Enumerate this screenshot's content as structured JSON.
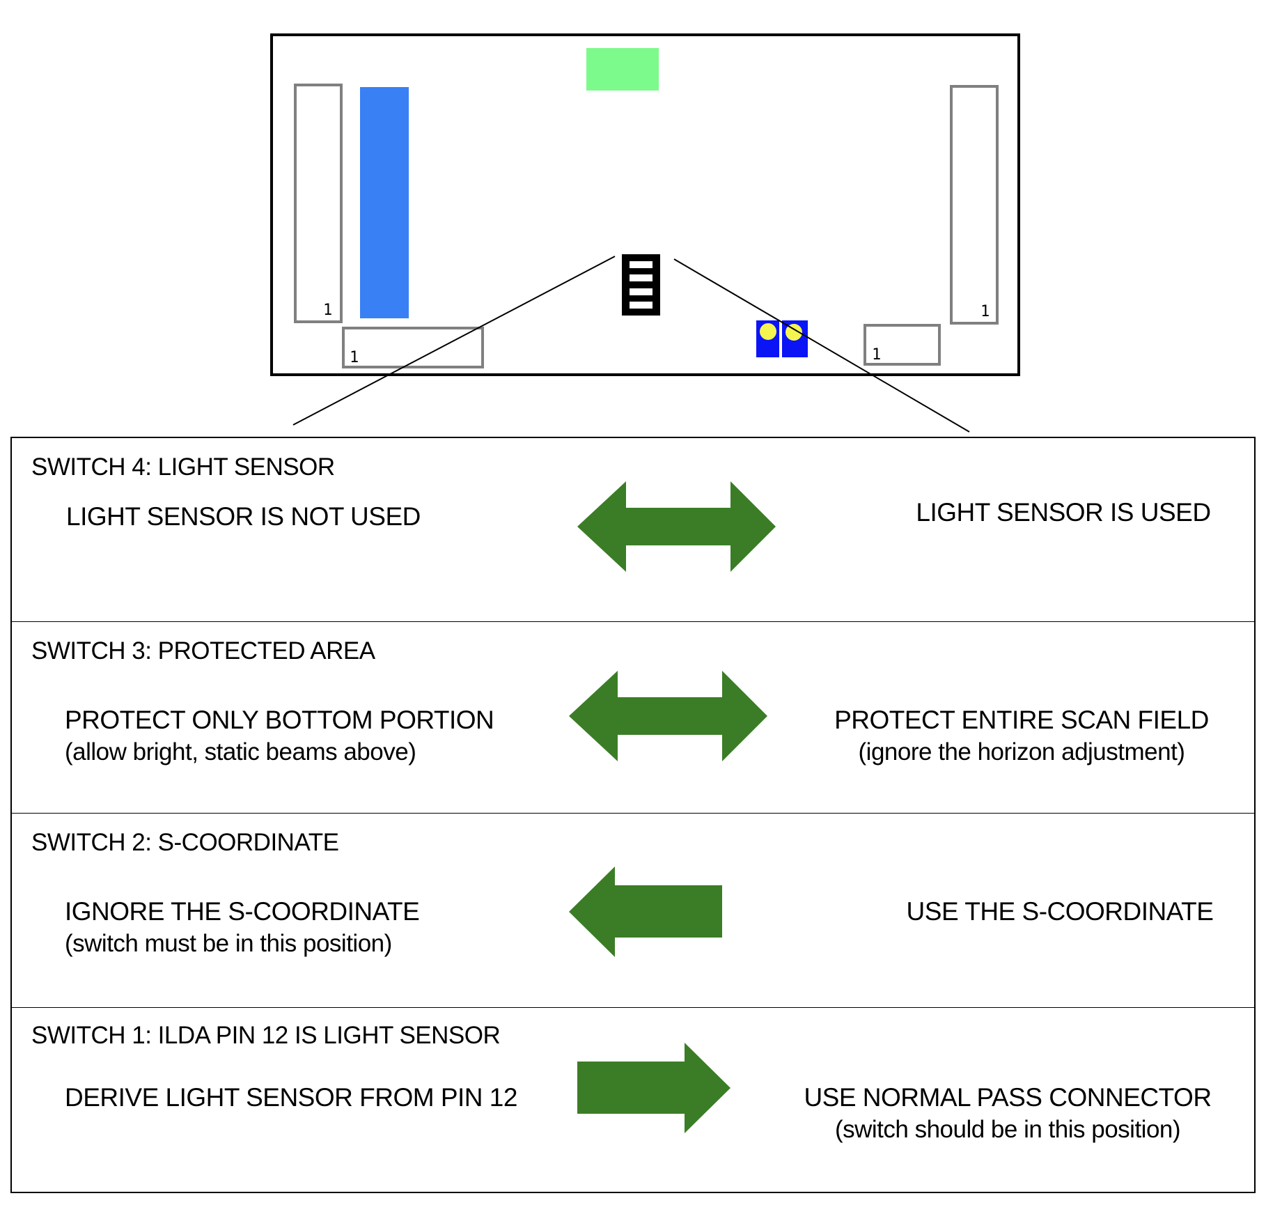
{
  "board": {
    "connector_pin_label": "1",
    "colors": {
      "outline": "#000000",
      "header_outline": "#808080",
      "blue_block": "#3a80f5",
      "green_block": "#7dfa8c",
      "led_blue": "#0a14f5",
      "led_yellow": "#f5f550",
      "dip_switch": "#000000"
    },
    "dip_switch_positions": 4,
    "led_count": 2
  },
  "arrow_color": "#3b7d26",
  "switches": [
    {
      "title": "SWITCH 4: LIGHT SENSOR",
      "left_option": "LIGHT SENSOR IS NOT USED",
      "left_note": "",
      "right_option": "LIGHT SENSOR IS USED",
      "right_note": "",
      "arrow": "both"
    },
    {
      "title": "SWITCH 3: PROTECTED AREA",
      "left_option": "PROTECT ONLY BOTTOM PORTION",
      "left_note": "(allow bright, static beams above)",
      "right_option": "PROTECT ENTIRE SCAN FIELD",
      "right_note": "(ignore the horizon adjustment)",
      "arrow": "both"
    },
    {
      "title": "SWITCH 2: S-COORDINATE",
      "left_option": "IGNORE THE S-COORDINATE",
      "left_note": "(switch must be in this position)",
      "right_option": "USE THE S-COORDINATE",
      "right_note": "",
      "arrow": "left"
    },
    {
      "title": "SWITCH 1: ILDA PIN 12 IS LIGHT SENSOR",
      "left_option": "DERIVE LIGHT SENSOR FROM PIN 12",
      "left_note": "",
      "right_option": "USE NORMAL PASS CONNECTOR",
      "right_note": "(switch should be in this position)",
      "arrow": "right"
    }
  ]
}
